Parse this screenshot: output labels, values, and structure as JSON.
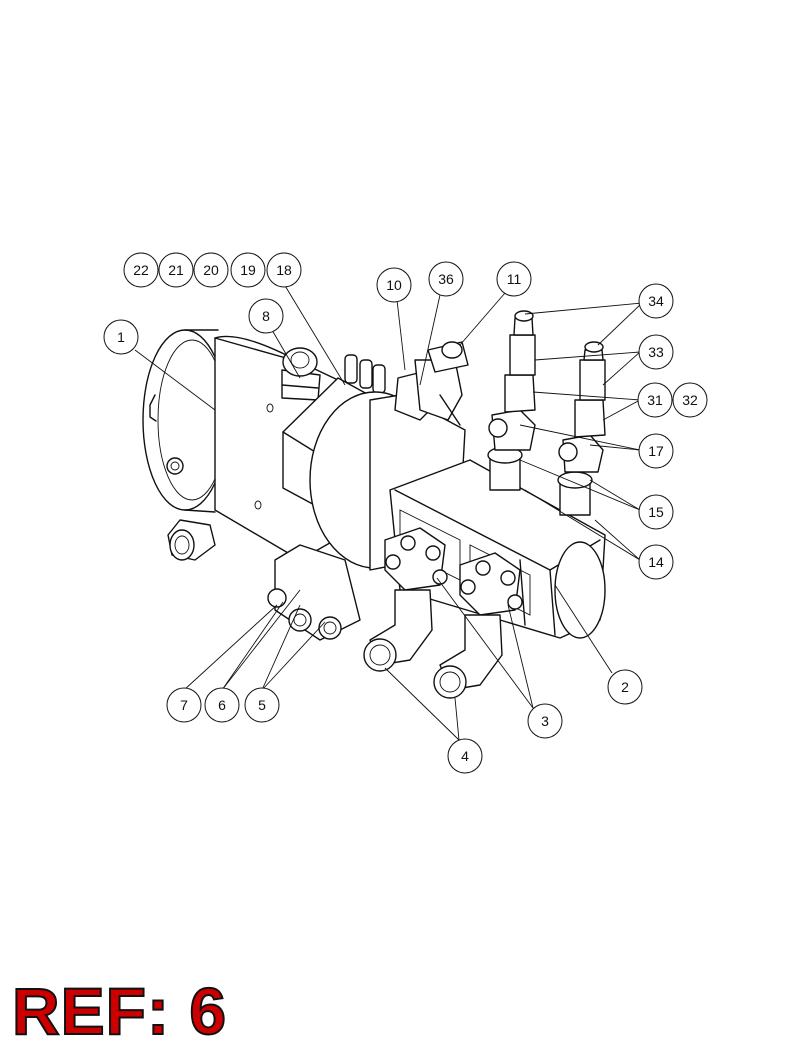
{
  "ref_label": "REF: 6",
  "callouts": [
    {
      "id": "c22",
      "label": "22"
    },
    {
      "id": "c21",
      "label": "21"
    },
    {
      "id": "c20",
      "label": "20"
    },
    {
      "id": "c19",
      "label": "19"
    },
    {
      "id": "c18",
      "label": "18"
    },
    {
      "id": "c1",
      "label": "1"
    },
    {
      "id": "c8",
      "label": "8"
    },
    {
      "id": "c10",
      "label": "10"
    },
    {
      "id": "c36",
      "label": "36"
    },
    {
      "id": "c11",
      "label": "11"
    },
    {
      "id": "c34",
      "label": "34"
    },
    {
      "id": "c33",
      "label": "33"
    },
    {
      "id": "c31",
      "label": "31"
    },
    {
      "id": "c32",
      "label": "32"
    },
    {
      "id": "c17",
      "label": "17"
    },
    {
      "id": "c15",
      "label": "15"
    },
    {
      "id": "c14",
      "label": "14"
    },
    {
      "id": "c2",
      "label": "2"
    },
    {
      "id": "c3",
      "label": "3"
    },
    {
      "id": "c4",
      "label": "4"
    },
    {
      "id": "c5",
      "label": "5"
    },
    {
      "id": "c6",
      "label": "6"
    },
    {
      "id": "c7",
      "label": "7"
    }
  ],
  "colors": {
    "ref_text": "#cc0000",
    "line": "#111111"
  }
}
